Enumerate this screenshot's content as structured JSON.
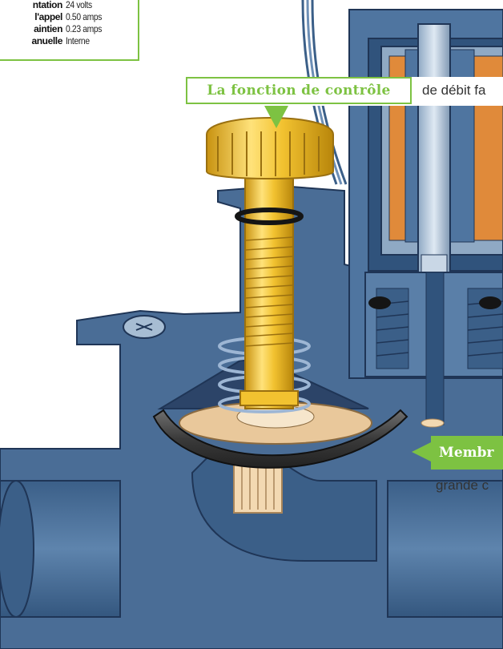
{
  "specs": [
    {
      "label": "ntation",
      "value": "24 volts"
    },
    {
      "label": "l'appel",
      "value": "0.50 amps"
    },
    {
      "label": "aintien",
      "value": "0.23 amps"
    },
    {
      "label": "anuelle",
      "value": "Interne"
    }
  ],
  "callout_control": {
    "heading": "La fonction de contrôle",
    "continuation": "de débit fa"
  },
  "callout_membrane": {
    "heading": "Membr",
    "continuation": "grande c"
  },
  "colors": {
    "accent": "#7dc242",
    "body_blue": "#4a6d96",
    "brass": "#f2c230",
    "coil": "#e08a3a"
  }
}
